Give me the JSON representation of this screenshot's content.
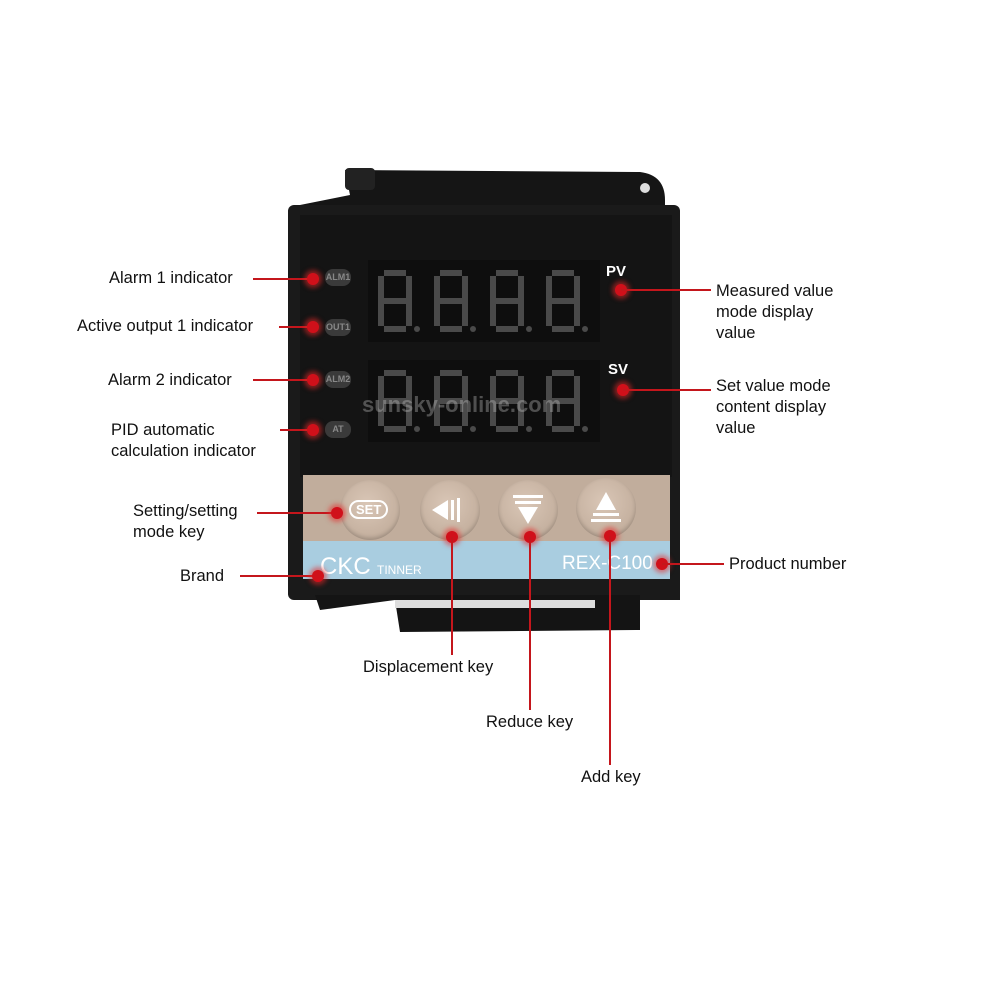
{
  "device": {
    "indicators": [
      "ALM1",
      "OUT1",
      "ALM2",
      "AT"
    ],
    "pv_tag": "PV",
    "sv_tag": "SV",
    "set_key": "SET",
    "brand_main": "CKC",
    "brand_sub": "TINNER",
    "model": "REX-C100",
    "watermark": "sunsky-online.com"
  },
  "callouts": {
    "alarm1": "Alarm 1 indicator",
    "out1": "Active output 1 indicator",
    "alarm2": "Alarm 2 indicator",
    "pid": [
      "PID automatic",
      "calculation indicator"
    ],
    "set_key": [
      "Setting/setting",
      "mode key"
    ],
    "brand": "Brand",
    "pv": [
      "Measured value",
      "mode display",
      "value"
    ],
    "sv": [
      "Set value mode",
      "content display",
      "value"
    ],
    "product": "Product number",
    "displacement": "Displacement key",
    "reduce": "Reduce key",
    "add": "Add key"
  },
  "colors": {
    "accent": "#c4161c",
    "panel": "#c1ad9c",
    "strip": "#a9cde0",
    "body": "#1c1c1c"
  }
}
